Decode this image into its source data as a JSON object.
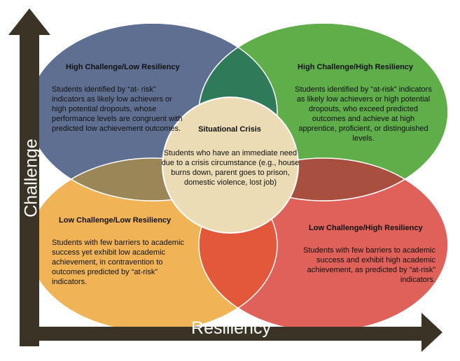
{
  "axes": {
    "x_label": "Resiliency",
    "y_label": "Challenge"
  },
  "quadrants": {
    "top_left": {
      "title": "High Challenge/Low Resiliency",
      "body": "Students identified by “at- risk” indicators as likely low achievers or high potential dropouts, whose performance levels  are congruent with predicted low achievement outcomes.",
      "color": "#5f6f91"
    },
    "top_right": {
      "title": "High Challenge/High Resiliency",
      "body": "Students identified by “at-risk” indicators as likely low achievers or high potential  dropouts, who exceed predicted outcomes and achieve at high apprentice, proficient, or distinguished levels.",
      "color": "#5fae4a"
    },
    "bottom_left": {
      "title": "Low Challenge/Low Resiliency",
      "body": "Students with few barriers to academic success  yet exhibit low academic achievement, in contravention to  outcomes predicted  by “at-risk” indicators.",
      "color": "#f0b457"
    },
    "bottom_right": {
      "title": "Low Challenge/High Resiliency",
      "body": "Students with few barriers to academic success and exhibit high academic achievement, as predicted by “at-risk” indicators.",
      "color": "#e0615a"
    },
    "center": {
      "title": "Situational Crisis",
      "body": "Students who have an immediate need due to a crisis circumstance (e.g., house burns down, parent goes to prison, domestic violence, lost job)",
      "color": "#ecdcb5"
    }
  },
  "colors": {
    "axis": "#3b3426",
    "overlap_top": "#2f7a58",
    "overlap_left": "#9a8656",
    "overlap_right": "#a94f3f",
    "overlap_bottom": "#e3583a"
  }
}
